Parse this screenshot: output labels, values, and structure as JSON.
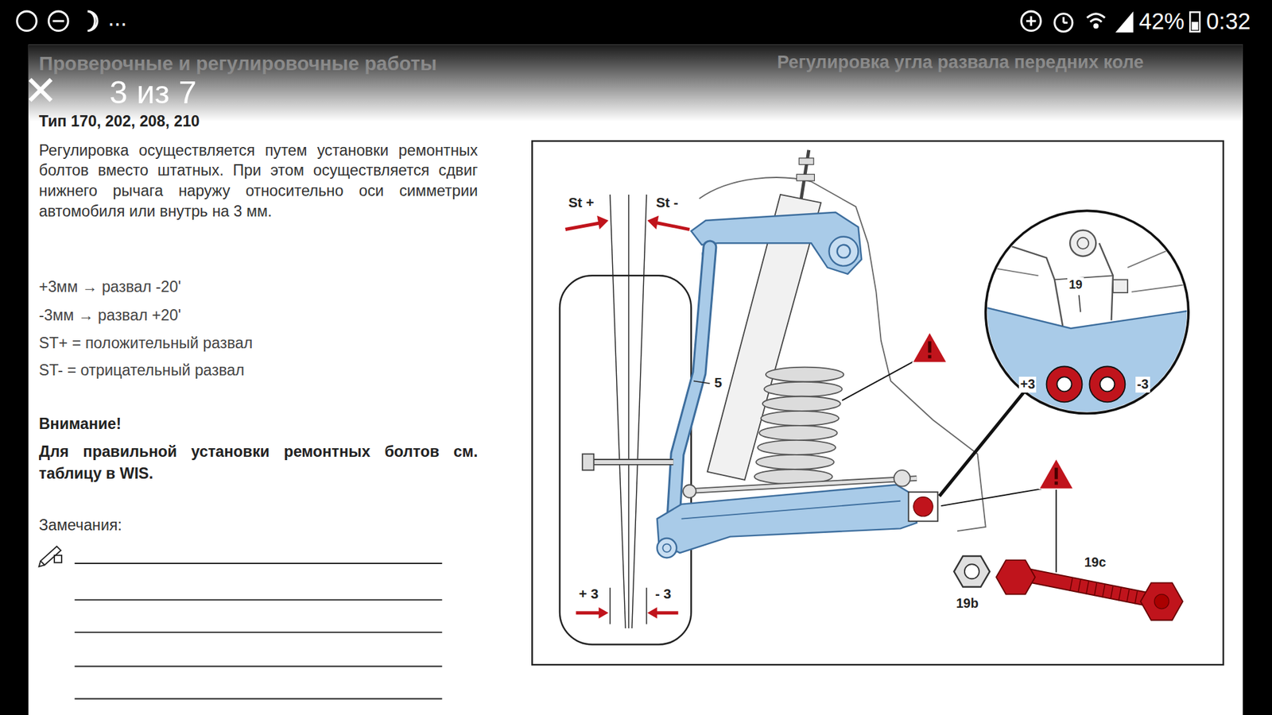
{
  "diagram": {
    "title": "Проверочные и регулировочные работы",
    "labels": [
      "42%",
      "0:32",
      "...",
      "3 из 7",
      "Регулировка угла развала передних коле",
      "Тип 170, 202, 208, 210",
      "Регулировка осуществляется путем установки ремонтных болтов вместо штатных. При этом осуществляется сдвиг нижнего рычага наружу относительно оси симметрии автомобиля или внутрь на 3 мм.",
      "+3мм → развал -20'",
      "-3мм → развал +20'",
      "ST+ = положительный развал",
      "ST- = отрицательный развал",
      "Внимание!",
      "Для правильной установки ремонтных болтов см. таблицу в WIS.",
      "Замечания:",
      "St +",
      "St -",
      "5",
      "19",
      "+3",
      "-3",
      "+ 3",
      "- 3",
      "19b",
      "19c"
    ]
  }
}
